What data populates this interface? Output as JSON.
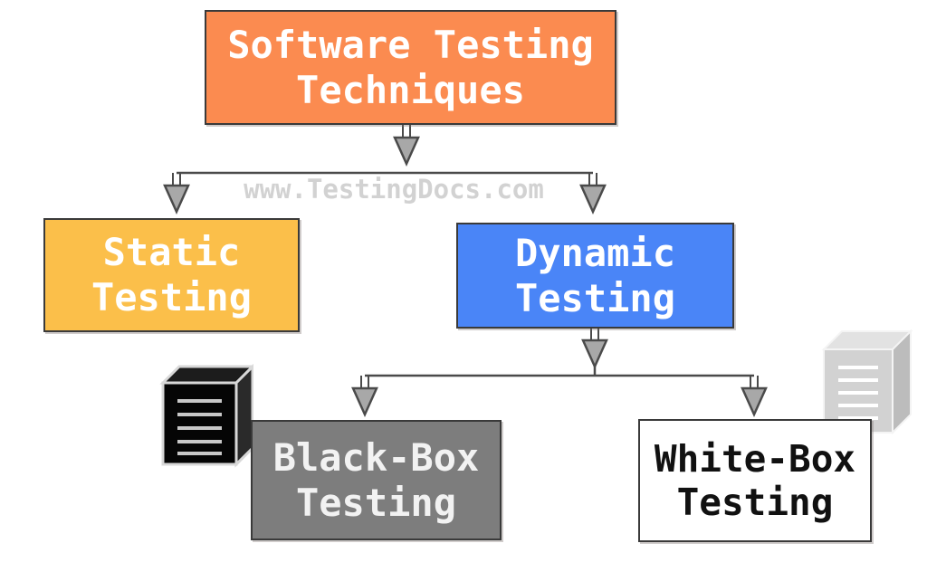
{
  "diagram": {
    "title": "Software Testing Techniques",
    "watermark": "www.TestingDocs.com",
    "type": "hierarchy-flowchart",
    "nodes": [
      {
        "id": "root",
        "label": "Software Testing\nTechniques",
        "fill": "#fb8b50",
        "text_color": "#ffffff",
        "level": 0
      },
      {
        "id": "static",
        "label": "Static\nTesting",
        "fill": "#fbbf4a",
        "text_color": "#ffffff",
        "level": 1
      },
      {
        "id": "dynamic",
        "label": "Dynamic\nTesting",
        "fill": "#4a85f7",
        "text_color": "#ffffff",
        "level": 1
      },
      {
        "id": "blackbox",
        "label": "Black-Box\nTesting",
        "fill": "#7d7d7d",
        "text_color": "#f2f2f2",
        "level": 2
      },
      {
        "id": "whitebox",
        "label": "White-Box\nTesting",
        "fill": "#ffffff",
        "text_color": "#111111",
        "level": 2
      }
    ],
    "edges": [
      {
        "from": "root",
        "to": "static"
      },
      {
        "from": "root",
        "to": "dynamic"
      },
      {
        "from": "dynamic",
        "to": "blackbox"
      },
      {
        "from": "dynamic",
        "to": "whitebox"
      }
    ],
    "icons": [
      {
        "id": "black-box-cube",
        "name": "black-cube-icon",
        "fill": "#050505",
        "line_color": "#c8c8c8"
      },
      {
        "id": "white-box-cube",
        "name": "white-cube-icon",
        "fill": "#d2d2d2",
        "line_color": "#ffffff"
      }
    ],
    "colors": {
      "root": "#fb8b50",
      "static": "#fbbf4a",
      "dynamic": "#4a85f7",
      "blackbox": "#7d7d7d",
      "whitebox": "#ffffff",
      "border": "#3a3a3a",
      "arrow_fill": "#a8a8a8",
      "arrow_stroke": "#4a4a4a",
      "watermark": "#d2d2d2",
      "background": "#ffffff"
    }
  }
}
